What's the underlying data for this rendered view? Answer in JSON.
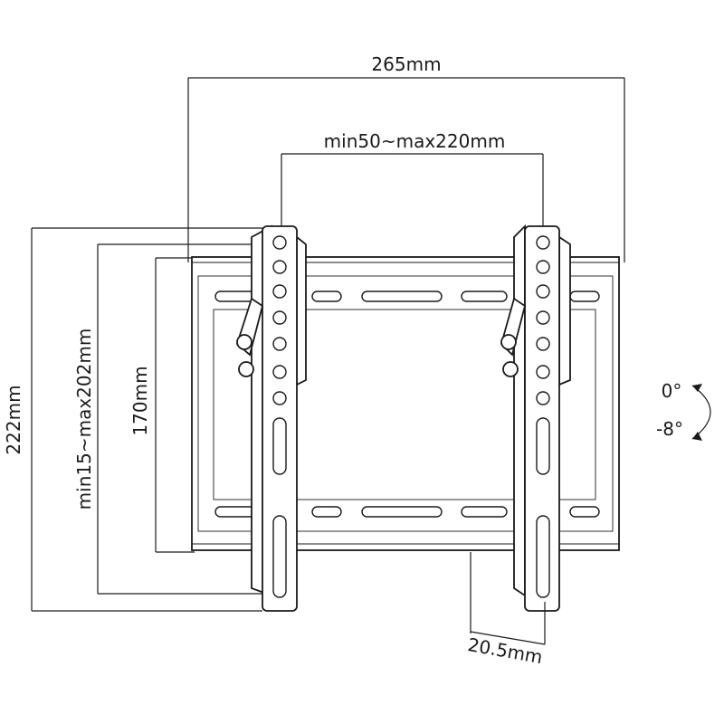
{
  "dimensions": {
    "overall_width": "265mm",
    "vesa_horizontal": "min50~max220mm",
    "overall_height": "222mm",
    "vesa_vertical": "min15~max202mm",
    "plate_height": "170mm",
    "wall_distance": "20.5mm"
  },
  "tilt": {
    "upper": "0°",
    "lower": "-8°"
  },
  "colors": {
    "line": "#1a1a1a",
    "background": "#ffffff"
  }
}
